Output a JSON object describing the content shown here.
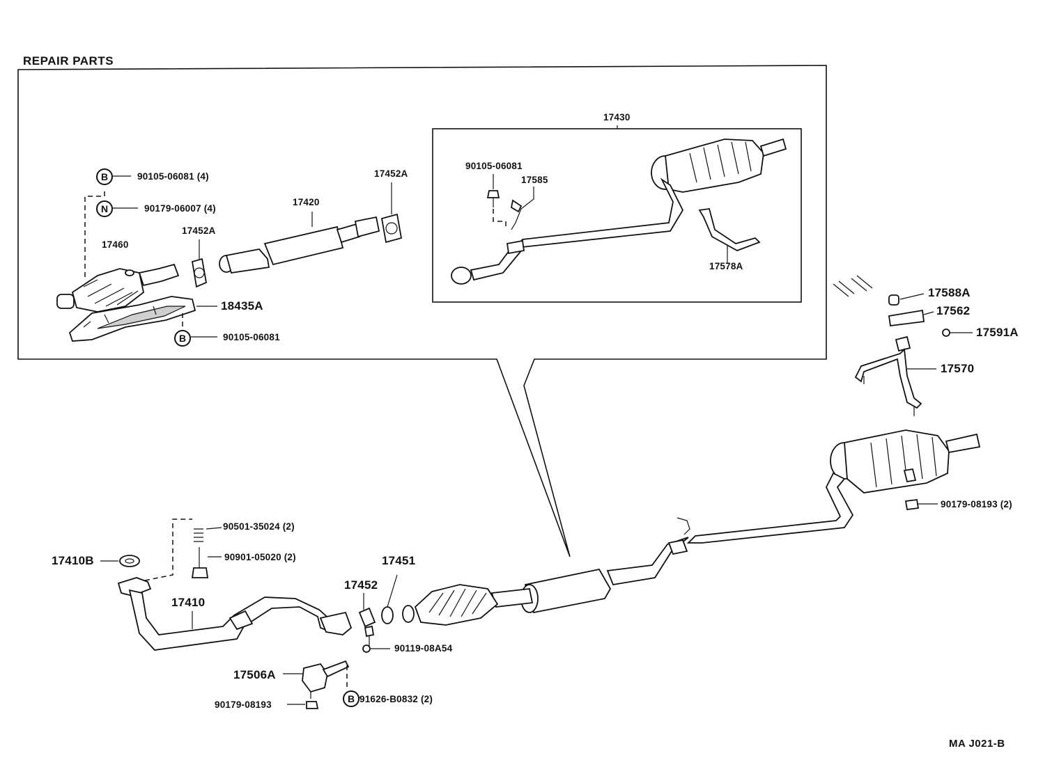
{
  "header": {
    "title": "REPAIR  PARTS"
  },
  "footer": {
    "code": "MA  J021-B"
  },
  "symbols": {
    "bolt": "B",
    "nut": "N"
  },
  "parts": {
    "p17430": "17430",
    "p90105_06081_box": "90105-06081",
    "p17585": "17585",
    "p17578A": "17578A",
    "p90105_06081_4": "90105-06081 (4)",
    "p90179_06007_4": "90179-06007 (4)",
    "p17452A_top": "17452A",
    "p17420": "17420",
    "p17452A_mid": "17452A",
    "p17460": "17460",
    "p18435A": "18435A",
    "p90105_06081": "90105-06081",
    "p17588A": "17588A",
    "p17562": "17562",
    "p17591A": "17591A",
    "p17570": "17570",
    "p90179_08193_2": "90179-08193 (2)",
    "p90501_35024_2": "90501-35024 (2)",
    "p90901_05020_2": "90901-05020 (2)",
    "p17410B": "17410B",
    "p17410": "17410",
    "p17452": "17452",
    "p17451": "17451",
    "p90119_08A54": "90119-08A54",
    "p17506A": "17506A",
    "p90179_08193": "90179-08193",
    "p91626_B0832_2": "91626-B0832 (2)"
  }
}
